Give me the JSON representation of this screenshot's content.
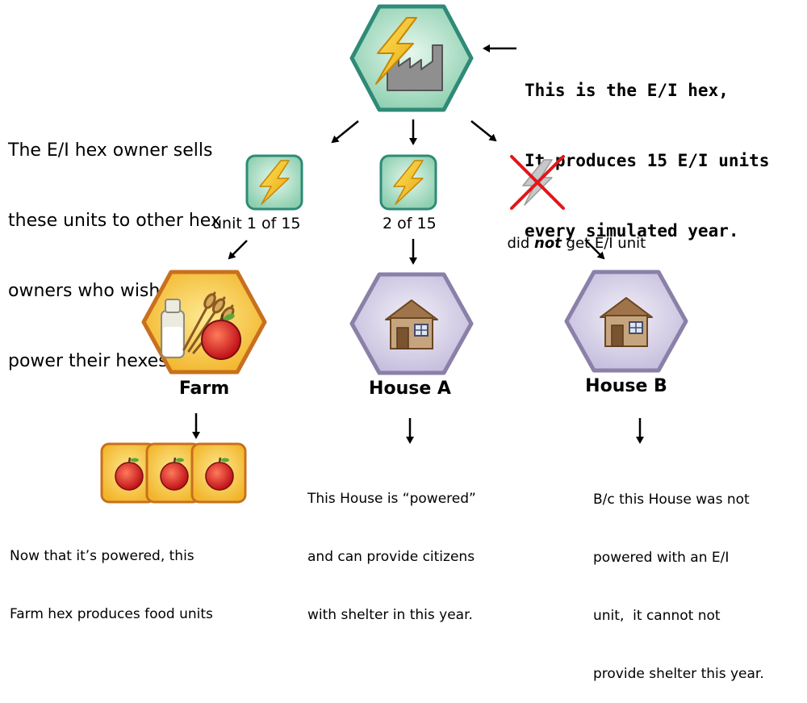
{
  "ei_hex": {
    "callout_line1": "This is the E/I hex,",
    "callout_line2": "It produces 15 E/I units",
    "callout_line3": "every simulated year."
  },
  "owner_text": {
    "line1": "The E/I hex owner sells",
    "line2": "these units to other hex",
    "line3": "owners who wish to",
    "line4": "power their hexes."
  },
  "units": {
    "unit1_label": "unit 1 of 15",
    "unit2_label": "2 of 15",
    "nounit_pre": "did ",
    "nounit_em": "not",
    "nounit_post": " get E/I unit"
  },
  "hexes": {
    "farm": "Farm",
    "house_a": "House A",
    "house_b": "House B"
  },
  "captions": {
    "farm_line1": "Now that it’s powered, this",
    "farm_line2": "Farm hex produces food units",
    "house_a_line1": "This House is “powered”",
    "house_a_line2": "and can provide citizens",
    "house_a_line3": "with shelter in this year.",
    "house_b_line1": "B/c this House was not",
    "house_b_line2": "powered with an E/I",
    "house_b_line3": "unit,  it cannot not",
    "house_b_line4": "provide shelter this year."
  },
  "colors": {
    "ei_fill": "#a8dcc0",
    "ei_stroke": "#2f8a78",
    "farm_fill": "#f7c83a",
    "farm_stroke": "#c8701e",
    "house_fill": "#d2cbe6",
    "house_stroke": "#8a80a8"
  }
}
